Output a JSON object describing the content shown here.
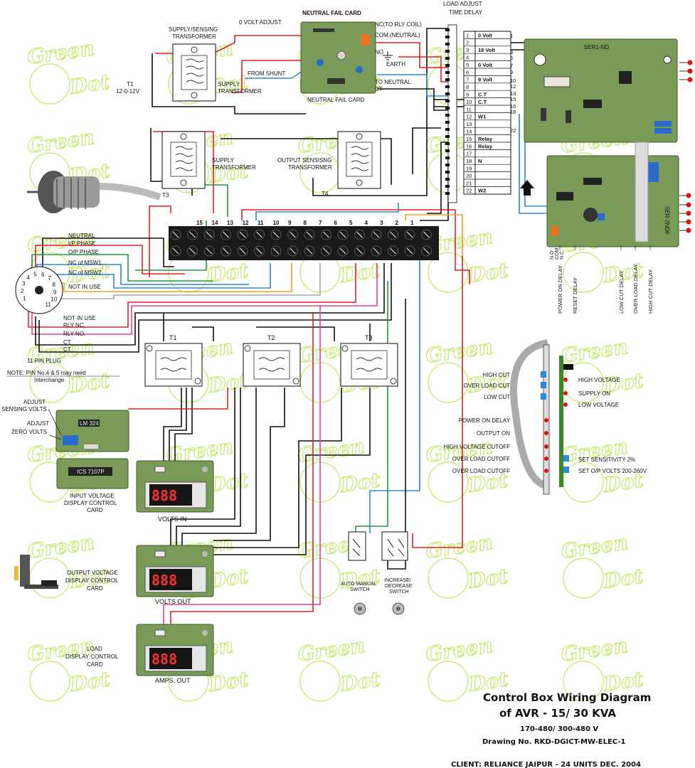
{
  "header": {
    "neutral_fail_card_title": "NEUTRAL FAIL CARD",
    "zero_volt_adjust": "0 VOLT  ADJUST",
    "load_adjust": "LOAD ADJUST",
    "time_delay": "TIME DELAY",
    "nc_rly_coil": "NC(TO RLY COIL)",
    "com_neutral": "COM.(NEUTRAL)",
    "no": "NO",
    "earth": "EARTH",
    "to_neutral": "TO NEUTRAL",
    "ct": "CT",
    "from_shunt": "FROM SHUNT",
    "neutral_fail_card_caption": "NEUTRAL FAIL CARD"
  },
  "transformers": {
    "supply_sensing": "SUPPLY/SENSING",
    "supply_sensing_2": "TRANSFORMER",
    "t1_top": "T1",
    "t1_rating": "12-0-12V",
    "supply_transformer_1": "SUPPLY",
    "supply_transformer_2": "TRANSFORMER",
    "t3": "T3",
    "supply_b1": "SUPPLY",
    "supply_b2": "TRANSFORMER",
    "output_sensing_1": "OUTPUT SENSISNG",
    "output_sensing_2": "TRANSFORMER",
    "t4": "T4",
    "lower": [
      "T1",
      "T2",
      "T3"
    ]
  },
  "terminal_strip": {
    "numbers": [
      "15",
      "14",
      "13",
      "12",
      "11",
      "10",
      "9",
      "8",
      "7",
      "6",
      "5",
      "4",
      "3",
      "2",
      "1"
    ]
  },
  "connector_table": {
    "rows": [
      {
        "n": "1",
        "label": "0 Volt"
      },
      {
        "n": "2",
        "label": ""
      },
      {
        "n": "3",
        "label": "18 Volt"
      },
      {
        "n": "4",
        "label": ""
      },
      {
        "n": "5",
        "label": "0 Volt"
      },
      {
        "n": "6",
        "label": ""
      },
      {
        "n": "7",
        "label": "9 Volt"
      },
      {
        "n": "8",
        "label": ""
      },
      {
        "n": "9",
        "label": "C.T"
      },
      {
        "n": "10",
        "label": "C.T"
      },
      {
        "n": "11",
        "label": ""
      },
      {
        "n": "12",
        "label": "W1"
      },
      {
        "n": "13",
        "label": ""
      },
      {
        "n": "14",
        "label": ""
      },
      {
        "n": "15",
        "label": "Relay"
      },
      {
        "n": "16",
        "label": "Relay"
      },
      {
        "n": "17",
        "label": ""
      },
      {
        "n": "18",
        "label": "N"
      },
      {
        "n": "19",
        "label": ""
      },
      {
        "n": "20",
        "label": ""
      },
      {
        "n": "21",
        "label": ""
      },
      {
        "n": "22",
        "label": "W2"
      }
    ],
    "side_numbers": [
      "1",
      "3",
      "5",
      "7",
      "9",
      "10",
      "12",
      "13",
      "15",
      "16",
      "18",
      "22"
    ]
  },
  "cards": {
    "ser1": "SER1-ND",
    "ser2": "SER-2NDF",
    "ser2_bottom": [
      "N.O",
      "COM",
      "N.C"
    ],
    "delays": [
      "POWER ON DELAY",
      "RESET DELAY",
      "LOW CUT DELAY",
      "OVER LOAD DELAY",
      "HIGH CUT DELAY"
    ]
  },
  "plug": {
    "wires": [
      "NEUTRAL",
      "I/P PHASE",
      "O/P PHASE",
      "NC of MSW1",
      "NC of MSW2",
      "NOT IN USE",
      "NOT IN USE",
      "RLY NC.",
      "RLY NO.",
      "CT.",
      "CT."
    ],
    "pins": [
      "1",
      "2",
      "3",
      "4",
      "5",
      "6",
      "7",
      "8",
      "9",
      "10",
      "11"
    ],
    "plug_label": "11 PIN  PLUG",
    "note_1": "NOTE:  PIN No.4 & 5 may need",
    "note_2": "Interchange"
  },
  "left_cards": {
    "adjust_sensing_1": "ADJUST",
    "adjust_sensing_2": "SENSING VOLTS",
    "adjust_zero_1": "ADJUST",
    "adjust_zero_2": "ZERO VOLTS",
    "lm324": "LM 324",
    "ics": "ICS 7107P",
    "input_card_1": "INPUT VOLTAGE",
    "input_card_2": "DISPLAY CONTROL",
    "input_card_3": "CARD",
    "output_card_1": "OUTPUT VOLTAGE",
    "output_card_2": "DISPLAY CONTROL",
    "output_card_3": "CARD",
    "load_card_1": "LOAD",
    "load_card_2": "DISPLAY CONTROL",
    "load_card_3": "CARD"
  },
  "displays": {
    "digits": "888",
    "volts_in": "VOLTS IN",
    "volts_out": "VOLTS OUT",
    "amps_out": "AMPS. OUT"
  },
  "switches": {
    "auto_manual_1": "AUTO MANUAL",
    "auto_manual_2": "SWITCH",
    "incdec_1": "INCREASE/",
    "incdec_2": "DECREASE",
    "incdec_3": "SWITCH"
  },
  "indicator_panel": {
    "left": [
      "HIGH CUT",
      "OVER LOAD CUT",
      "LOW CUT",
      "POWER ON DELAY",
      "OUTPUT ON",
      "HIGH VOLTAGE CUTOFF",
      "OVER LOAD CUTOFF",
      "OVER LOAD CUTOFF"
    ],
    "right": [
      "HIGH VOLTAGE",
      "SUPPLY ON",
      "LOW VOLTAGE",
      "SET SENSITIVITY 2%",
      "SET O/P VOLTS 200-260V"
    ]
  },
  "footer": {
    "title_1": "Control Box Wiring Diagram",
    "title_2": "of AVR - 15/ 30 KVA",
    "range": "170-480/ 300-480 V",
    "drawing": "Drawing No. RKD-DGICT-MW-ELEC-1",
    "client": "CLIENT: RELIANCE JAIPUR - 24 UNITS DEC. 2004"
  },
  "watermark": {
    "line1": "Green",
    "line2": "Dot"
  },
  "colors": {
    "pcb": "#7a9a58",
    "red": "#e02020",
    "blue": "#2a8ad8",
    "green": "#1e9a3a",
    "orange": "#f0a020",
    "watermark": "#c5e86c",
    "led": "#e01010"
  }
}
